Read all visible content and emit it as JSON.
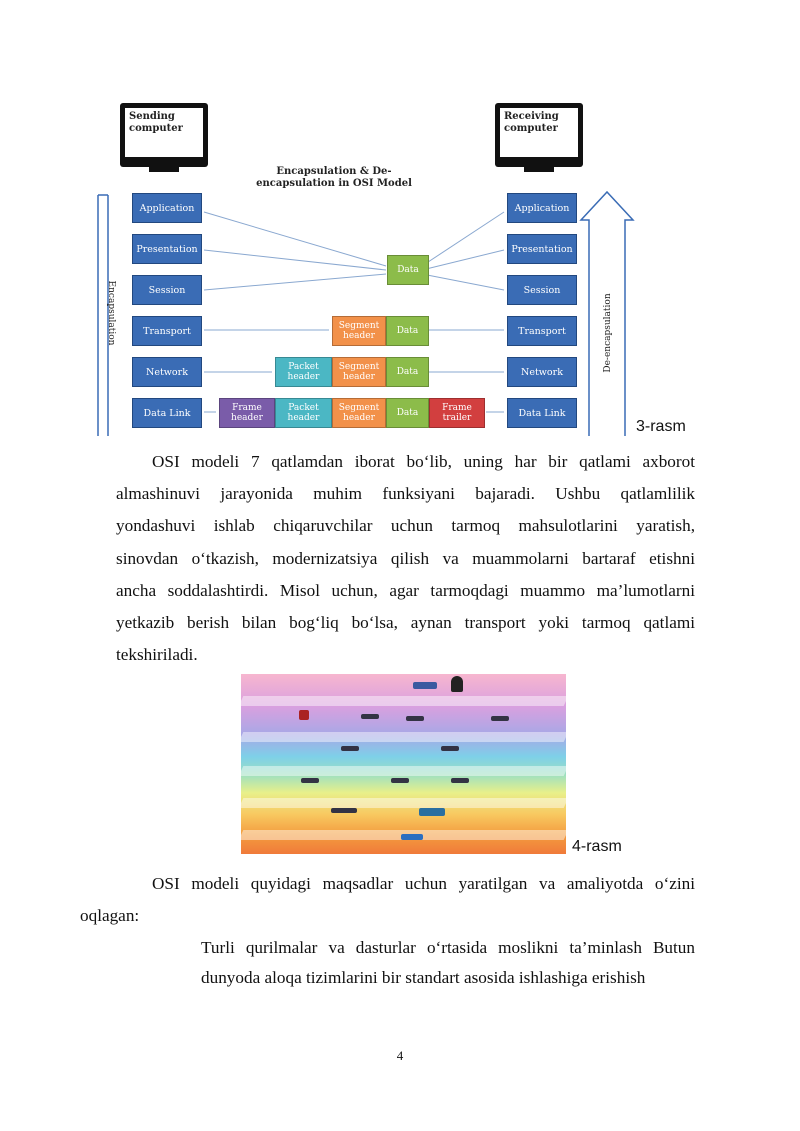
{
  "figure1": {
    "sending_label": "Sending computer",
    "receiving_label": "Receiving computer",
    "title": "Encapsulation & De-encapsulation in OSI Model",
    "left_arrow_label": "Encapsulation",
    "right_arrow_label": "De-encapsulation",
    "layers": [
      "Application",
      "Presentation",
      "Session",
      "Transport",
      "Network",
      "Data Link"
    ],
    "packets": {
      "data": "Data",
      "segment_header": "Segment header",
      "packet_header": "Packet header",
      "frame_header": "Frame header",
      "frame_trailer": "Frame trailer"
    },
    "caption": "3-rasm",
    "colors": {
      "layer": "#3a6cb5",
      "data": "#8cbc4a",
      "segment": "#f2914a",
      "packet": "#4bb7c4",
      "frame_header": "#7a5ca9",
      "frame_trailer": "#d23f3f"
    }
  },
  "paragraph1": {
    "lines": [
      "OSI modeli 7 qatlamdan iborat bo‘lib, uning har bir qatlami axborot",
      "almashinuvi jarayonida muhim funksiyani bajaradi. Ushbu qatlamlilik",
      "yondashuvi ishlab chiqaruvchilar uchun tarmoq mahsulotlarini yaratish,",
      "sinovdan o‘tkazish, modernizatsiya qilish va muammolarni bartaraf etishni",
      "ancha soddalashtirdi. Misol uchun, agar tarmoqdagi muammo ma’lumotlarni",
      "yetkazib berish bilan bog‘liq bo‘lsa, aynan transport yoki tarmoq qatlami",
      "tekshiriladi."
    ]
  },
  "figure2": {
    "caption": "4-rasm"
  },
  "paragraph2": {
    "line1": "OSI modeli quyidagi maqsadlar uchun yaratilgan va amaliyotda o‘zini",
    "line2": "oqlagan:"
  },
  "list": {
    "line1": "Turli qurilmalar va dasturlar o‘rtasida moslikni ta’minlash Butun",
    "line2": "dunyoda aloqa tizimlarini bir standart asosida ishlashiga erishish"
  },
  "page_number": "4"
}
